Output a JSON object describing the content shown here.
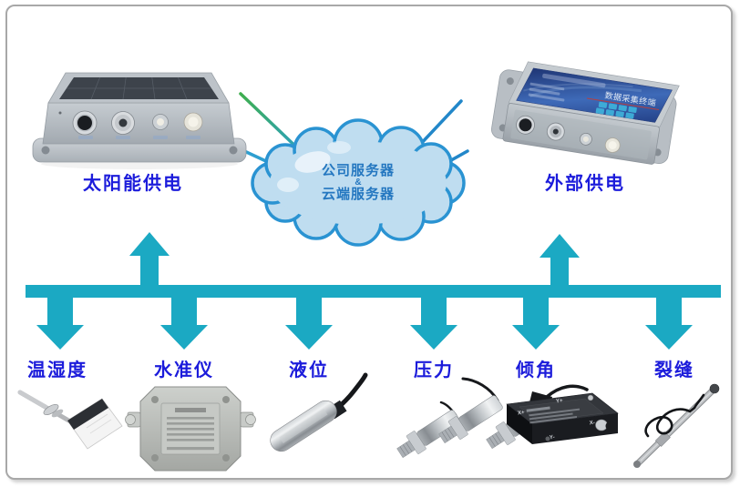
{
  "gateways": {
    "solar": {
      "label": "太阳能供电"
    },
    "external": {
      "label": "外部供电",
      "panel_title": "数据采集终端"
    }
  },
  "cloud": {
    "line1": "公司服务器",
    "line2": "&",
    "line3": "云端服务器"
  },
  "sensors": [
    {
      "id": "temperature-humidity",
      "label": "温湿度"
    },
    {
      "id": "level-gauge",
      "label": "水准仪"
    },
    {
      "id": "liquid-level",
      "label": "液位"
    },
    {
      "id": "pressure",
      "label": "压力"
    },
    {
      "id": "tilt",
      "label": "倾角"
    },
    {
      "id": "crack",
      "label": "裂缝"
    }
  ],
  "tilt_markings": [
    "Y+",
    "X+",
    "X-",
    "Y-"
  ],
  "colors": {
    "arrow_teal": "#1ba9c3",
    "label_blue": "#1c1cdb",
    "cloud_fill": "#bfddf0",
    "cloud_stroke": "#2a93d2",
    "cloud_text": "#2477c0",
    "signal_green": "#3fae4e",
    "signal_blue": "#2287c9"
  }
}
